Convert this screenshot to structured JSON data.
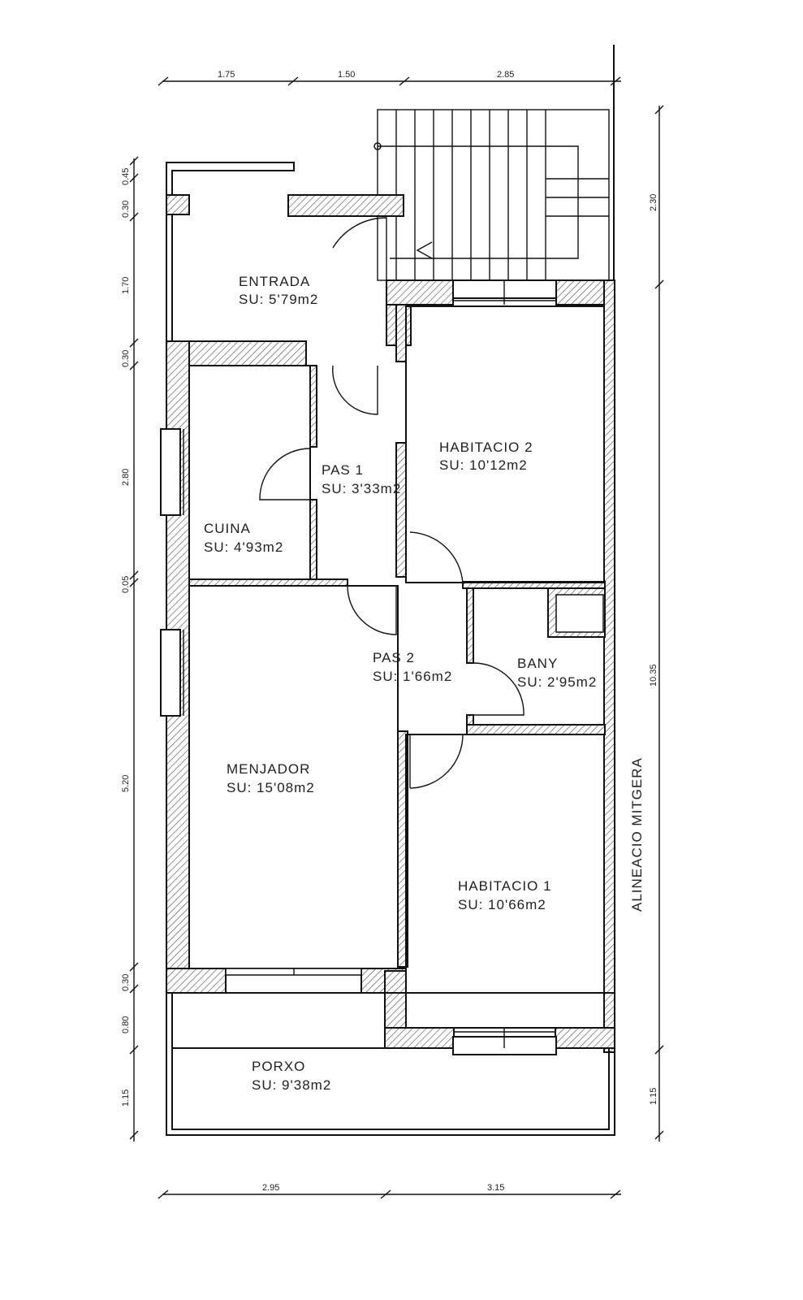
{
  "rooms": {
    "entrada": {
      "name": "ENTRADA",
      "area": "SU:  5'79m2"
    },
    "habitacio_2": {
      "name": "HABITACIO  2",
      "area": "SU:  10'12m2"
    },
    "pas_1": {
      "name": "PAS  1",
      "area": "SU:  3'33m2"
    },
    "cuina": {
      "name": "CUINA",
      "area": "SU:  4'93m2"
    },
    "pas_2": {
      "name": "PAS  2",
      "area": "SU:  1'66m2"
    },
    "bany": {
      "name": "BANY",
      "area": "SU:  2'95m2"
    },
    "menjador": {
      "name": "MENJADOR",
      "area": "SU:  15'08m2"
    },
    "habitacio_1": {
      "name": "HABITACIO  1",
      "area": "SU:  10'66m2"
    },
    "porxo": {
      "name": "PORXO",
      "area": "SU:  9'38m2"
    }
  },
  "side_label": "ALINEACIO MITGERA",
  "dimensions": {
    "top": [
      "1.75",
      "1.50",
      "2.85"
    ],
    "bottom": [
      "2.95",
      "3.15"
    ],
    "left": [
      "0.30",
      "0.45",
      "1.70",
      "0.30",
      "2.80",
      "0.05",
      "5.20",
      "0.30",
      "0.80",
      "1.15"
    ],
    "right": [
      "2.30",
      "10.35",
      "1.15"
    ]
  }
}
